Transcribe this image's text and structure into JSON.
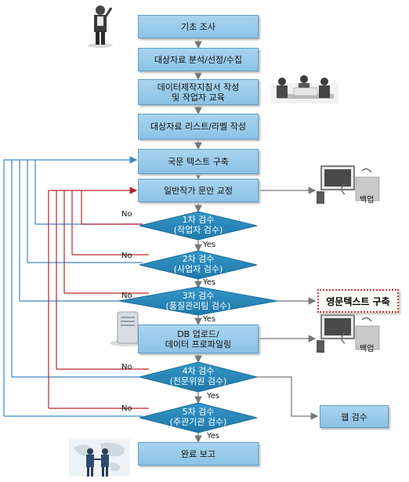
{
  "steps": {
    "basic_survey": "기초 조사",
    "select_collect": "대상자료 분석/선정/수집",
    "guide_line1": "데이터제작지침서 작성",
    "guide_line2": "및 작업자 교육",
    "list_label": "대상자료 리스트/라벨 작성",
    "korean_text": "국문 텍스트 구축",
    "proofread": "일반작가 문안 교정",
    "db_line1": "DB 업로드/",
    "db_line2": "데이터 프로파일링",
    "final_report": "완료 보고"
  },
  "reviews": [
    {
      "title": "1차 검수",
      "sub": "(작업자 검수)"
    },
    {
      "title": "2차 검수",
      "sub": "(사업자 검수)"
    },
    {
      "title": "3차 검수",
      "sub": "(품질관리팀 검수)"
    },
    {
      "title": "4차 검수",
      "sub": "(전문위원 검수)"
    },
    {
      "title": "5차 검수",
      "sub": "(주관기관 검수)"
    }
  ],
  "labels": {
    "no": "No",
    "yes": "Yes",
    "backup": "백업"
  },
  "side": {
    "english_text": "영문텍스트 구축",
    "web_review": "웹 검수"
  },
  "colors": {
    "box_fill": "#8cc2e6",
    "diamond_fill": "#2a8ab8",
    "loop_blue": "#3b86c6",
    "loop_red": "#b8262b",
    "arrow_gray": "#777777",
    "highlight_border": "#d43a3a"
  }
}
